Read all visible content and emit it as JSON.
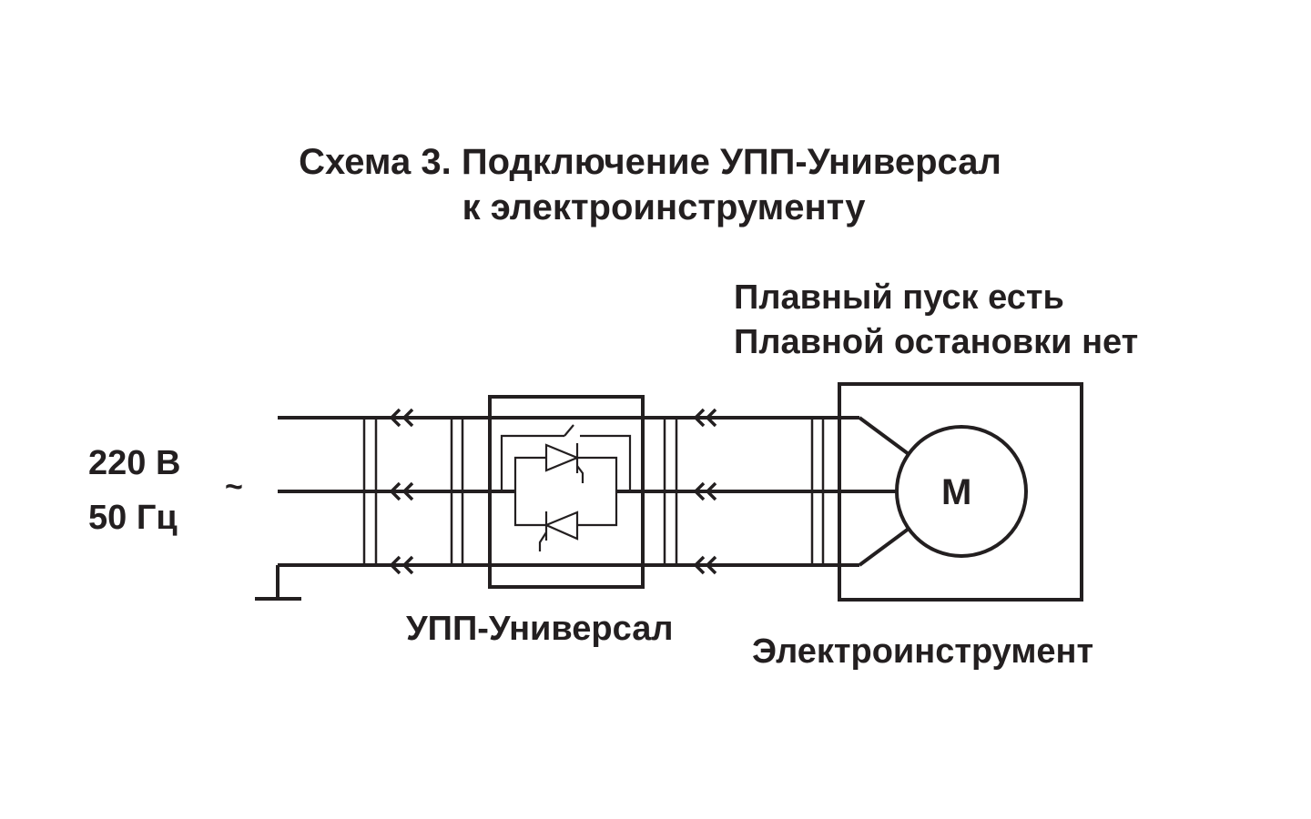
{
  "title": {
    "line1": "Схема 3. Подключение УПП-Универсал",
    "line2": "к электроинструменту"
  },
  "mode": {
    "soft_start": "Плавный пуск есть",
    "soft_stop": "Плавной остановки нет"
  },
  "supply": {
    "voltage": "220 В",
    "frequency": "50 Гц",
    "ac_symbol": "~"
  },
  "labels": {
    "device": "УПП-Универсал",
    "tool": "Электроинструмент",
    "motor": "M"
  },
  "colors": {
    "line": "#231f20",
    "background": "#ffffff"
  }
}
